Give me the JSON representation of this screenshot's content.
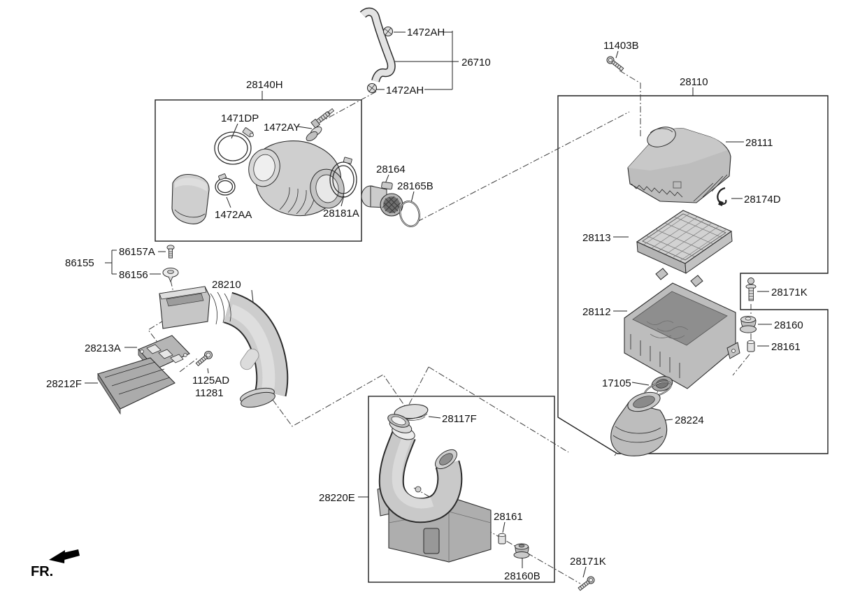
{
  "colors": {
    "background": "#ffffff",
    "line": "#1f1f1f",
    "part_fill_light": "#d9d9d9",
    "part_fill_mid": "#bdbdbd",
    "part_fill_dark": "#8e8e8e"
  },
  "diagram": {
    "assembly_boxes": {
      "intake_hose_box": "28140H",
      "air_cleaner_box": "28110",
      "resonator_box": "28220E"
    },
    "callouts": {
      "breather_hose": "26710",
      "clamp_upper": "1472AH",
      "clamp_lower": "1472AH",
      "hose_clamp_large": "1471DP",
      "insulator_hose": "1472AY",
      "hose_clamp_small": "1472AA",
      "hose_clamp_outlet": "28181A",
      "air_flow_sensor": "28164",
      "sensor_oring": "28165B",
      "cover_bolt": "11403B",
      "air_cleaner_cover": "28111",
      "hook_clip": "28174D",
      "filter_element": "28113",
      "air_cleaner_body": "28112",
      "mount_bolt_right": "28171K",
      "mount_insulator_right": "28160",
      "mount_pipe_right": "28161",
      "duct_seal": "17105",
      "outlet_duct": "28224",
      "screw_set": "86155",
      "tapping_screw": "86157A",
      "holder": "86156",
      "intake_duct": "28210",
      "duct_bracket": "28213A",
      "duct_guard": "28212F",
      "bracket_bolt": "1125AD",
      "bracket_bolt_alt": "11281",
      "resonator_cap": "28117F",
      "mount_pipe_bottom": "28161",
      "mount_insulator_bottom": "28160B",
      "mount_bolt_bottom": "28171K"
    },
    "front_marker": "FR."
  }
}
